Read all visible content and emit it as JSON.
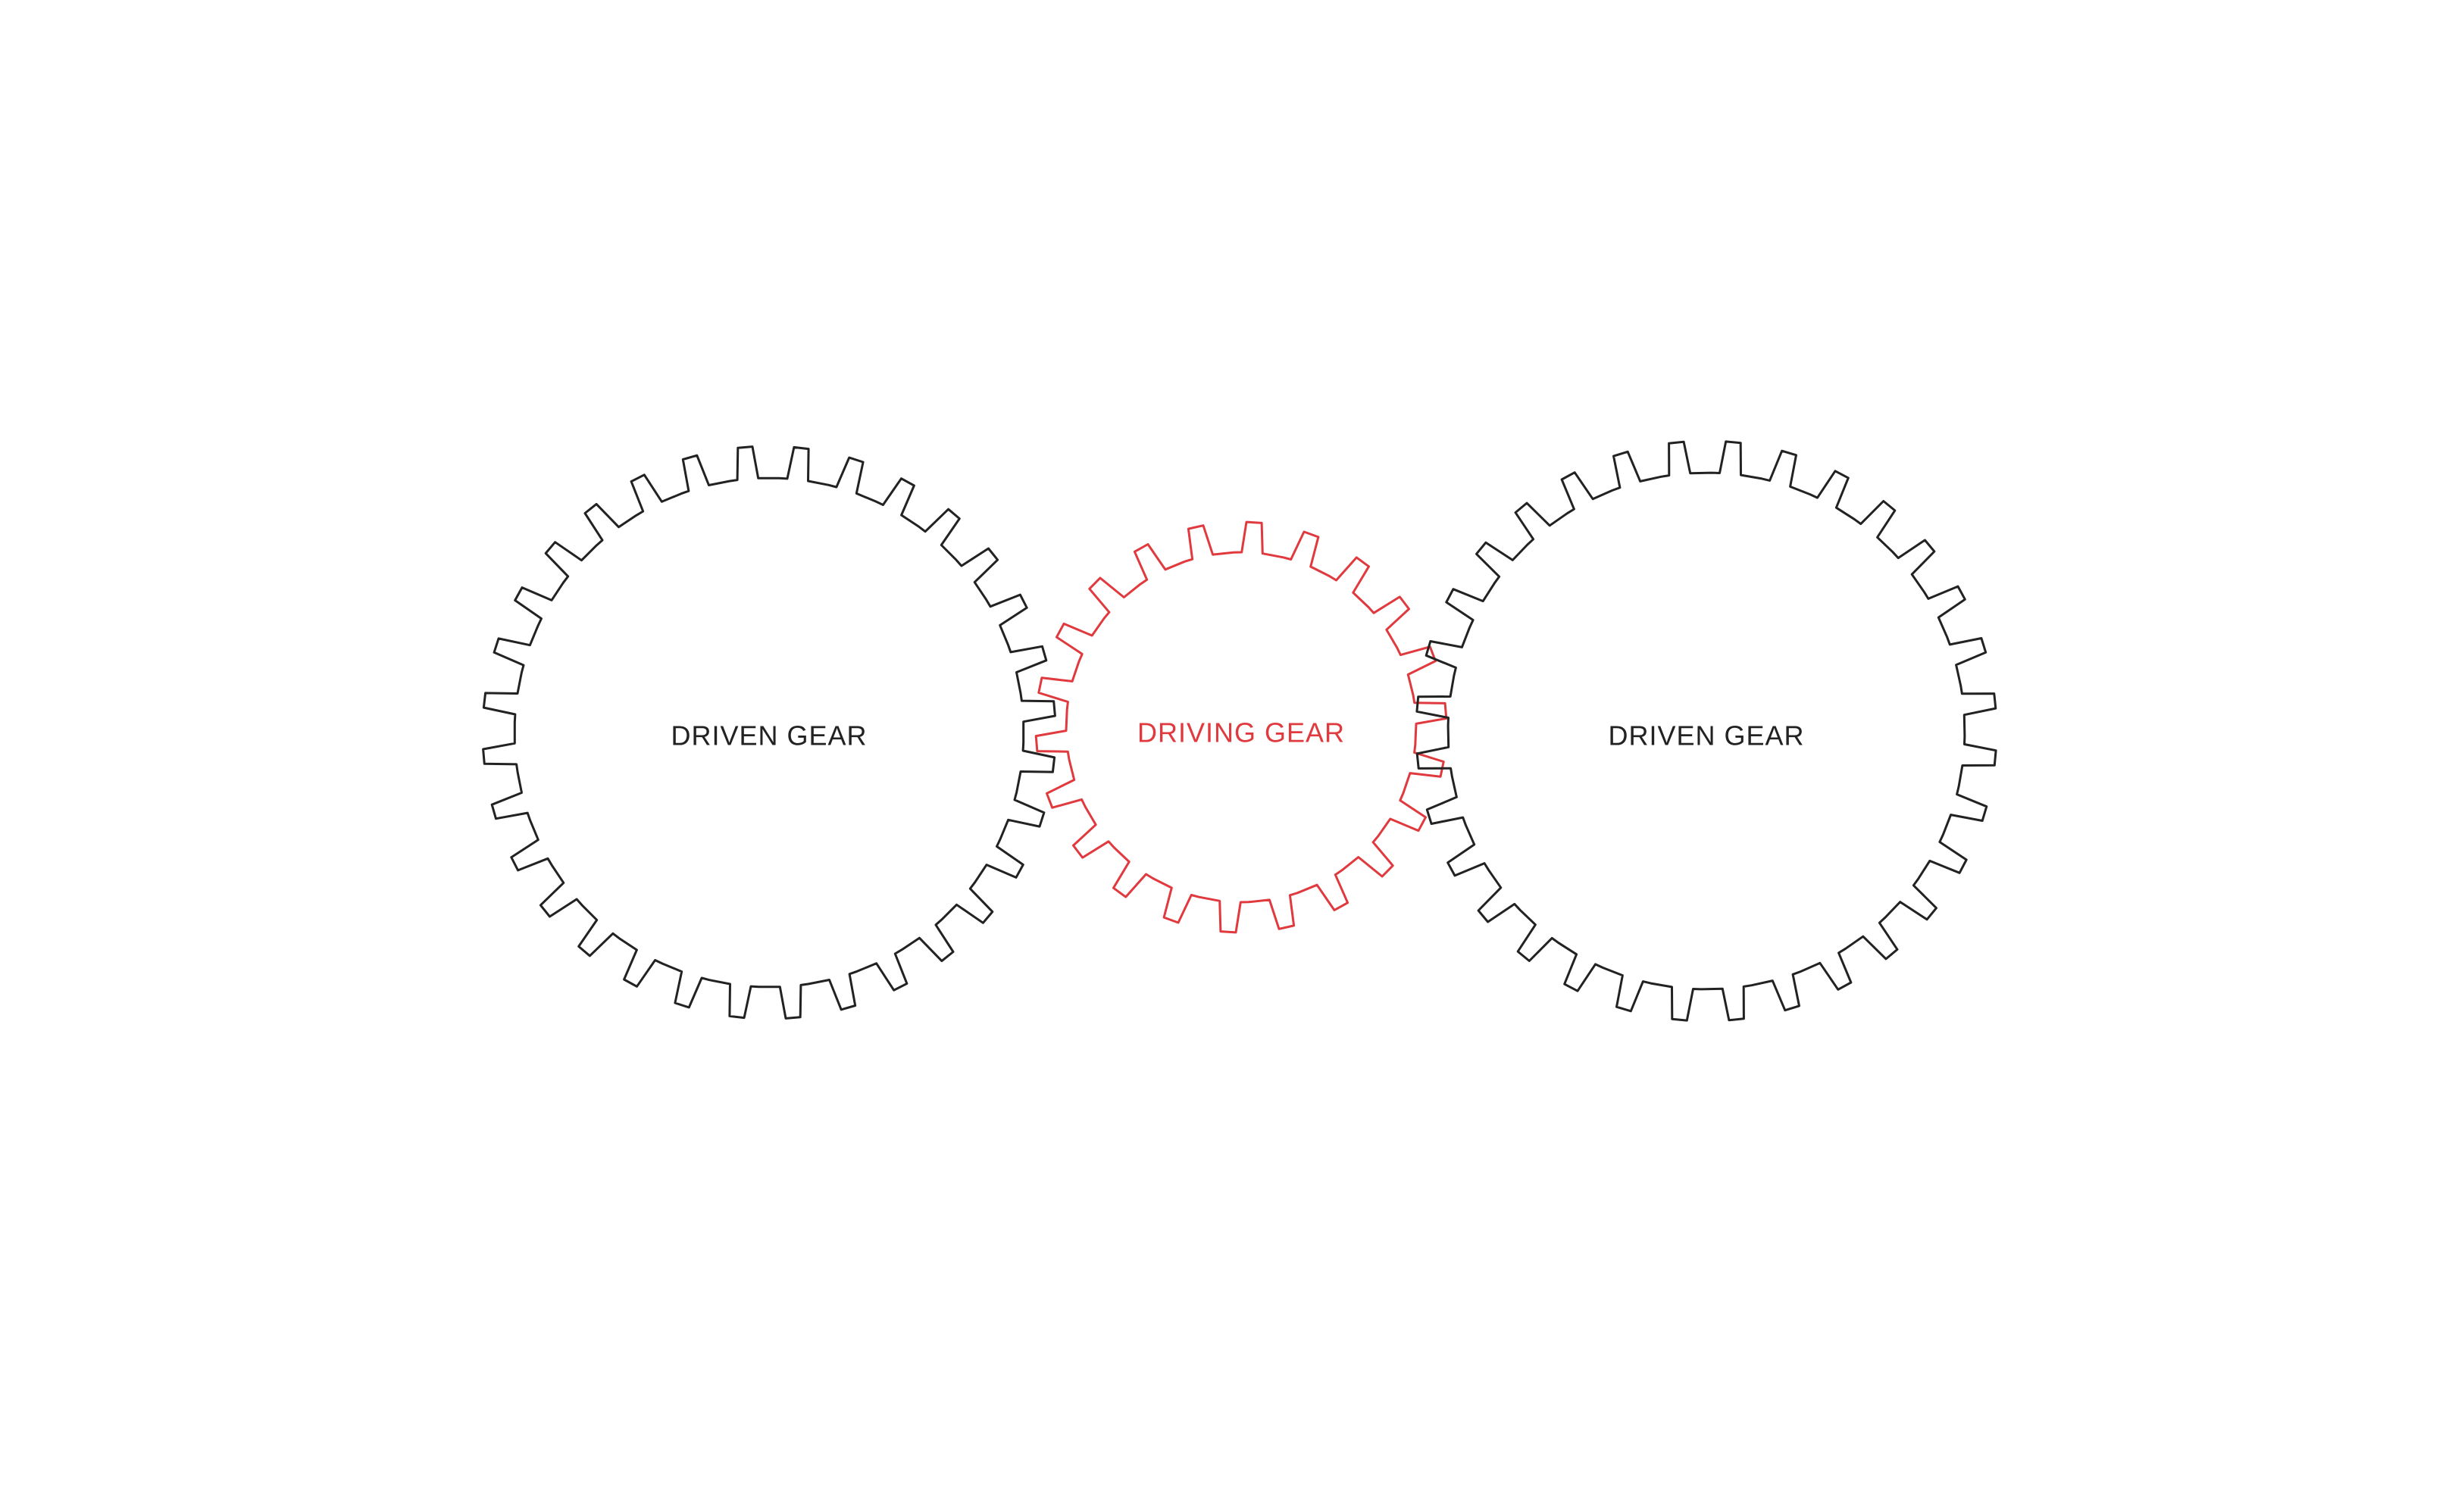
{
  "gears": [
    {
      "id": "left",
      "label": "DRIVEN GEAR",
      "role": "driven",
      "teeth": 32,
      "color": "#222222"
    },
    {
      "id": "center",
      "label": "DRIVING GEAR",
      "role": "driving",
      "teeth": 22,
      "color": "#e0393e"
    },
    {
      "id": "right",
      "label": "DRIVEN GEAR",
      "role": "driven",
      "teeth": 32,
      "color": "#222222"
    }
  ]
}
